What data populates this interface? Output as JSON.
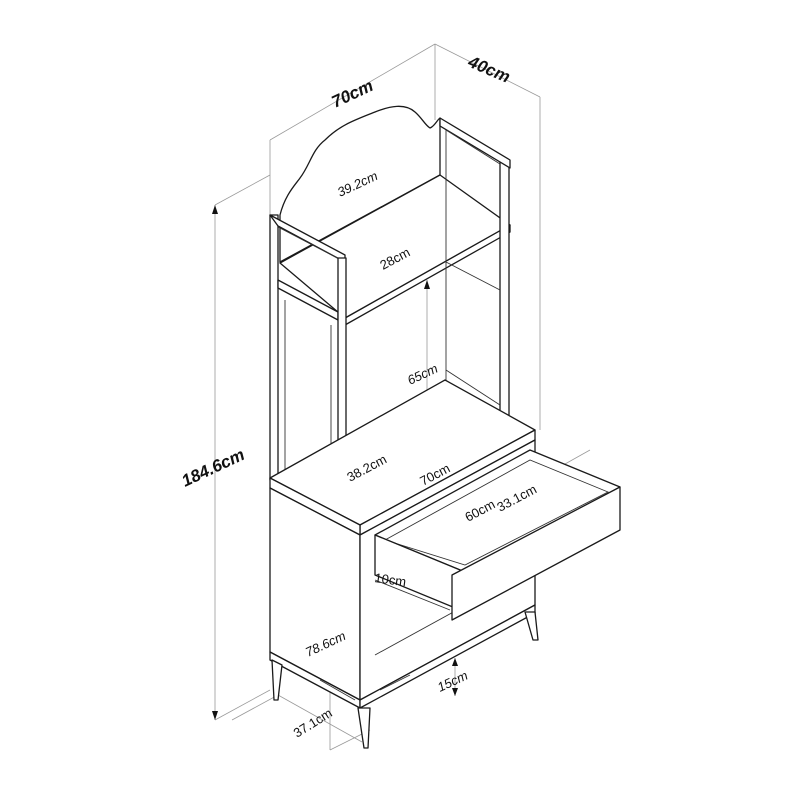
{
  "diagram": {
    "type": "furniture-dimension-drawing",
    "subject": "Bookcase with drawer and metal frame shelves",
    "colors": {
      "outline": "#1a1a1a",
      "dimension_line": "#9a9a9a",
      "background": "#ffffff"
    }
  },
  "dimensions": {
    "total_width": "70cm",
    "total_depth": "40cm",
    "total_height": "184.6cm",
    "top_section_height": "39.2cm",
    "top_shelf_depth": "28cm",
    "middle_section_height": "65cm",
    "cabinet_top_depth": "38.2cm",
    "cabinet_top_width": "70cm",
    "drawer_inner_width": "60cm",
    "drawer_inner_depth": "33.1cm",
    "drawer_height": "10cm",
    "cabinet_height": "78.6cm",
    "leg_height": "15cm",
    "base_depth": "37.1cm"
  }
}
